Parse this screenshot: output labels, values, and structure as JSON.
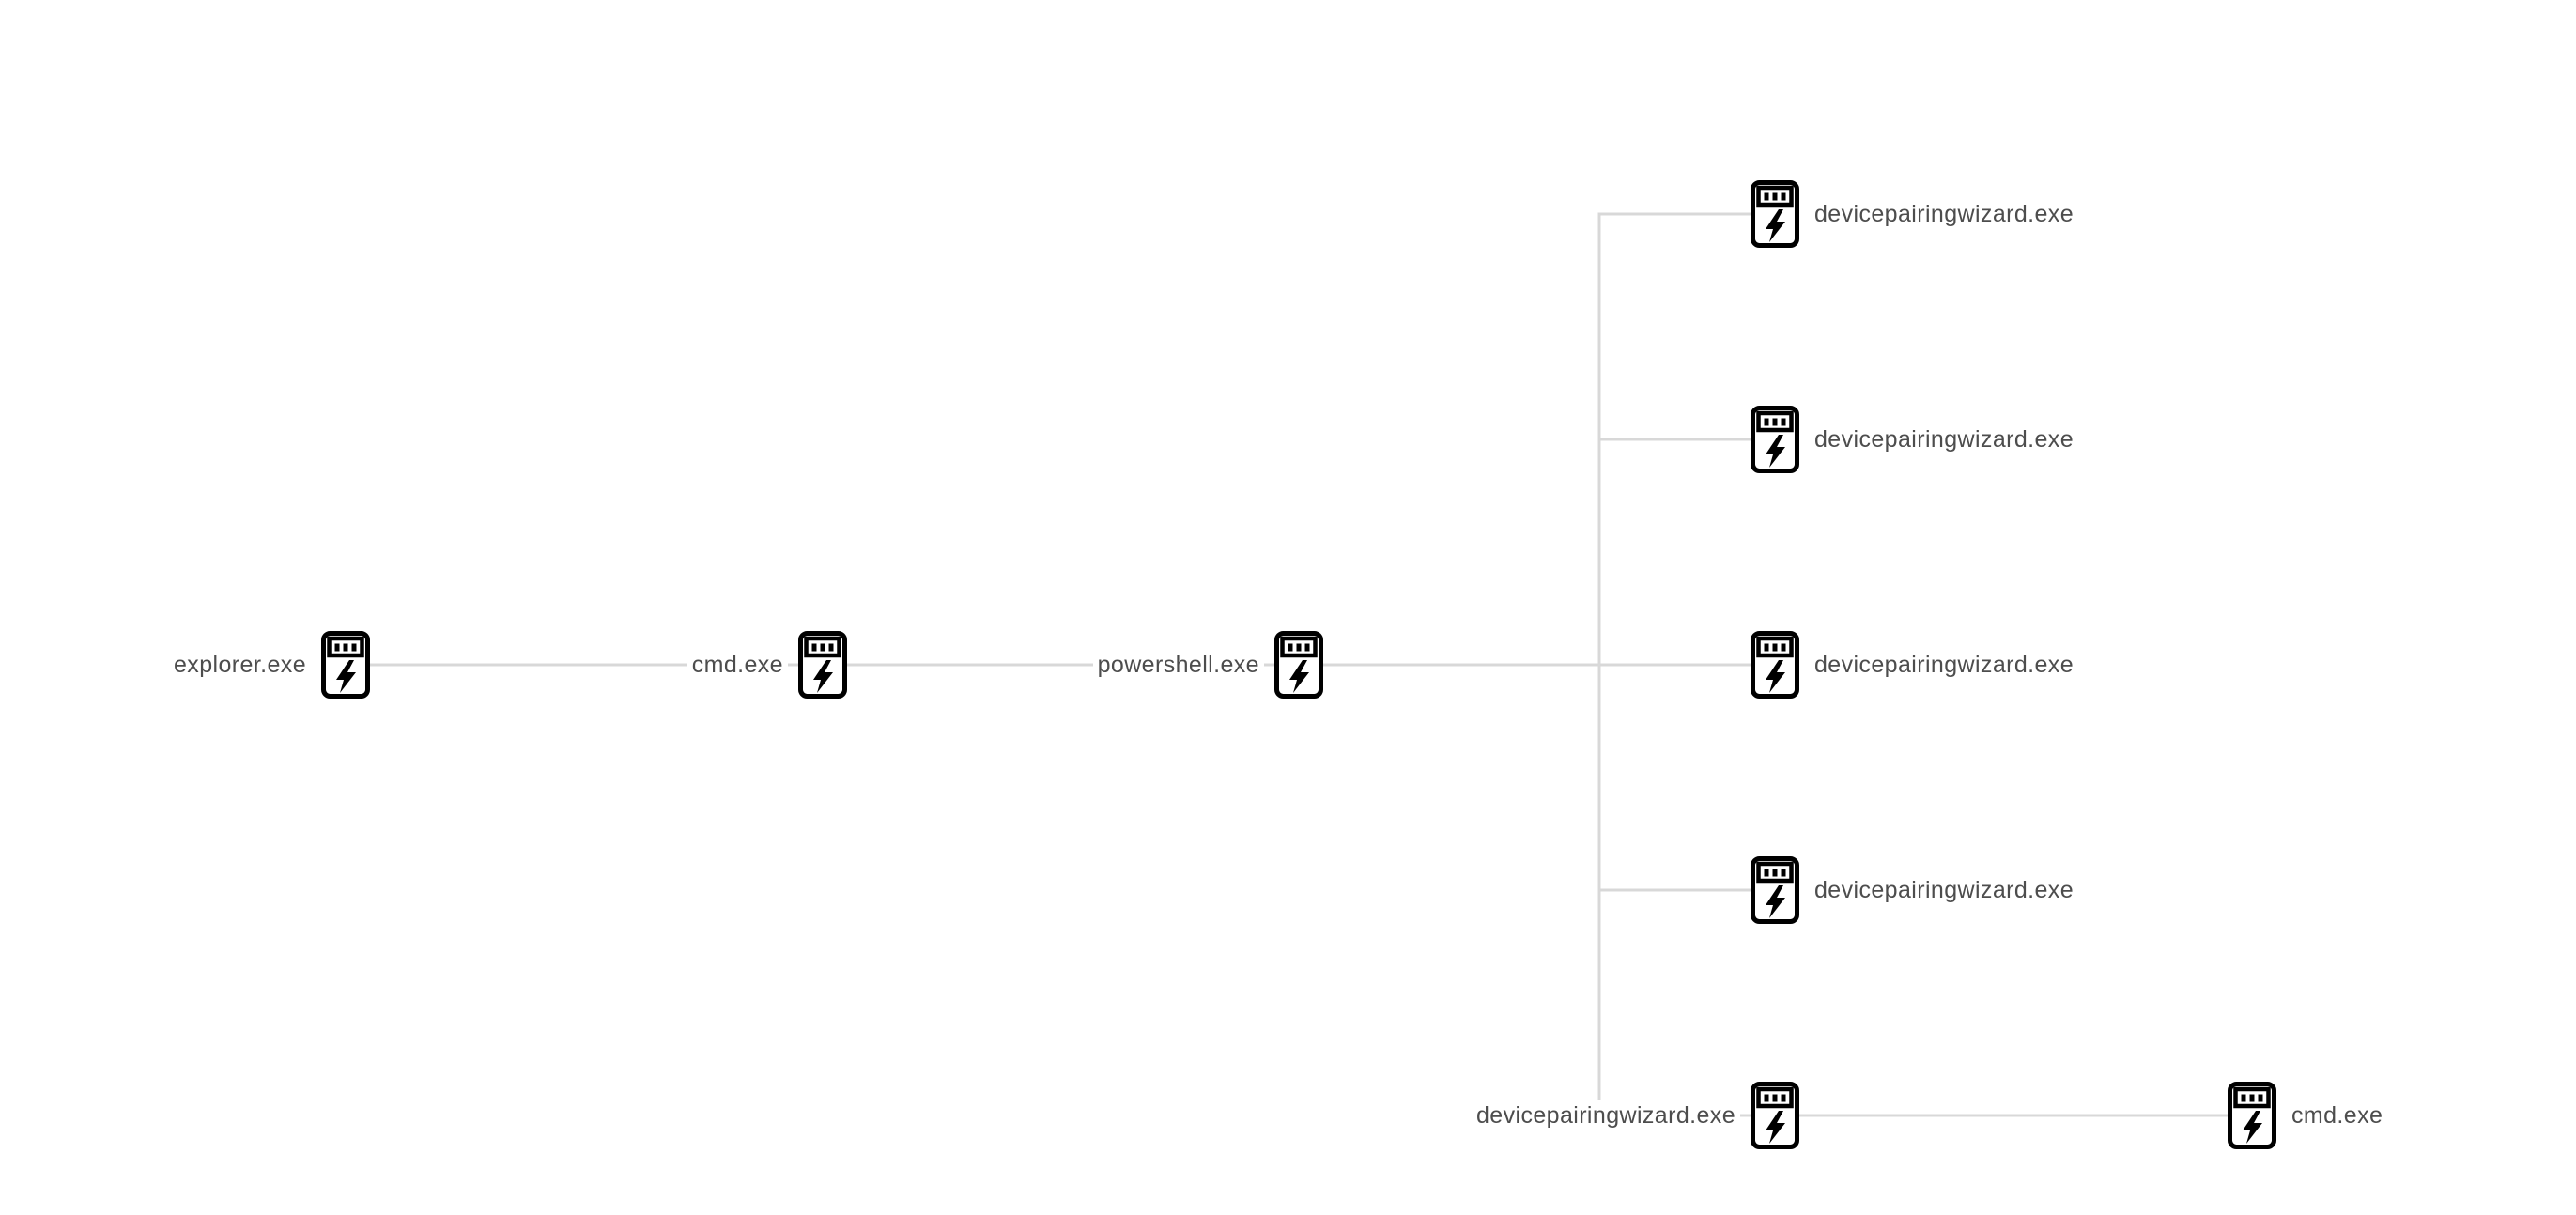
{
  "diagram": {
    "type": "process-tree-graph",
    "background_color": "#ffffff",
    "edge_color": "#d8d8d8",
    "label_color": "#4d4d4d",
    "icon_color": "#000000",
    "icon_name": "process-executable-icon",
    "nodes": [
      {
        "id": "n1",
        "label": "explorer.exe",
        "label_side": "left"
      },
      {
        "id": "n2",
        "label": "cmd.exe",
        "label_side": "left"
      },
      {
        "id": "n3",
        "label": "powershell.exe",
        "label_side": "left"
      },
      {
        "id": "n4",
        "label": "devicepairingwizard.exe",
        "label_side": "right"
      },
      {
        "id": "n5",
        "label": "devicepairingwizard.exe",
        "label_side": "right"
      },
      {
        "id": "n6",
        "label": "devicepairingwizard.exe",
        "label_side": "right"
      },
      {
        "id": "n7",
        "label": "devicepairingwizard.exe",
        "label_side": "right"
      },
      {
        "id": "n8",
        "label": "devicepairingwizard.exe",
        "label_side": "left"
      },
      {
        "id": "n9",
        "label": "cmd.exe",
        "label_side": "right"
      }
    ],
    "edges": [
      {
        "from": "n1",
        "to": "n2"
      },
      {
        "from": "n2",
        "to": "n3"
      },
      {
        "from": "n3",
        "to": "n4"
      },
      {
        "from": "n3",
        "to": "n5"
      },
      {
        "from": "n3",
        "to": "n6"
      },
      {
        "from": "n3",
        "to": "n7"
      },
      {
        "from": "n3",
        "to": "n8"
      },
      {
        "from": "n8",
        "to": "n9"
      }
    ]
  }
}
